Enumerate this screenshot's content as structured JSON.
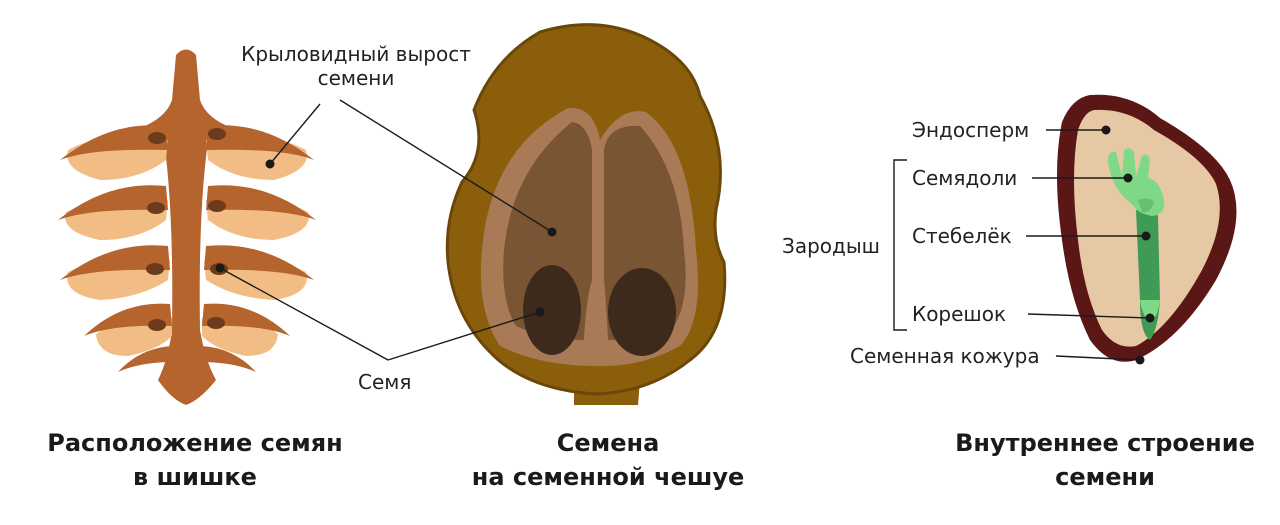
{
  "colors": {
    "cone_axis": "#b5642e",
    "wing": "#f2bd85",
    "seed_dot": "#6b3b1c",
    "scale_outer": "#8b5e0c",
    "scale_edge": "#6a4708",
    "scale_inner": "#7a5534",
    "scale_rim": "#a87a55",
    "scale_seed": "#3d2a1c",
    "coat": "#5b1616",
    "endosperm": "#e6c9a4",
    "embryo_light": "#7ed886",
    "embryo_dark": "#3e9a55"
  },
  "panel1": {
    "wing_label_line1": "Крыловидный вырост",
    "wing_label_line2": "семени",
    "seed_label": "Семя",
    "caption_line1": "Расположение семян",
    "caption_line2": "в шишке"
  },
  "panel2": {
    "caption_line1": "Семена",
    "caption_line2": "на семенной чешуе"
  },
  "panel3": {
    "endosperm": "Эндосперм",
    "cotyledons": "Семядоли",
    "stem": "Стебелёк",
    "root": "Корешок",
    "embryo": "Зародыш",
    "coat": "Семенная кожура",
    "caption_line1": "Внутреннее строение",
    "caption_line2": "семени"
  }
}
